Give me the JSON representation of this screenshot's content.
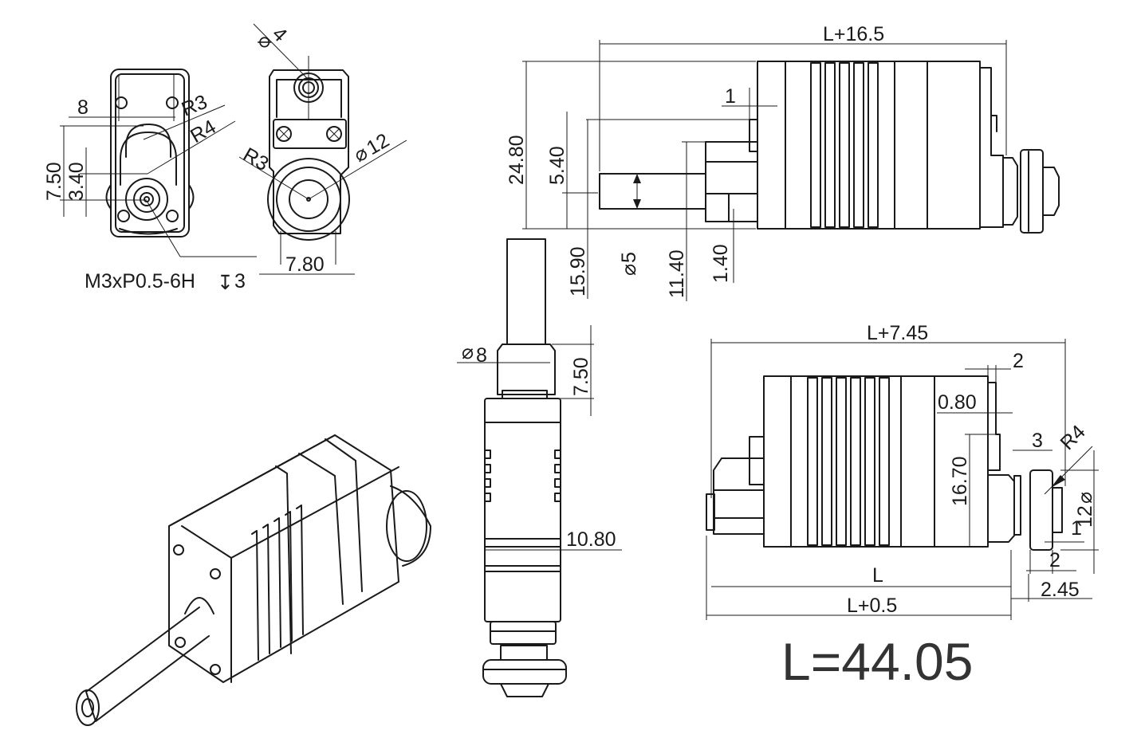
{
  "drawing": {
    "front_view": {
      "dims": {
        "width": "8",
        "r3": "R3",
        "r4": "R4",
        "h750": "7.50",
        "h340": "3.40",
        "thread": "M3xP0.5-6H",
        "thread_depth": "3"
      }
    },
    "end_view": {
      "dims": {
        "dia4": "4",
        "dia12": "12",
        "r3": "R3",
        "w780": "7.80"
      }
    },
    "side_view_top": {
      "dims": {
        "overall": "L+16.5",
        "step1": "1",
        "h2480": "24.80",
        "h540": "5.40",
        "h1590": "15.90",
        "dia5": "5",
        "h1140": "11.40",
        "h140": "1.40"
      }
    },
    "vertical_view": {
      "dims": {
        "dia8": "8",
        "h750": "7.50",
        "w1080": "10.80"
      }
    },
    "side_view_bottom": {
      "dims": {
        "overall": "L+7.45",
        "d2": "2",
        "d080": "0.80",
        "h1670": "16.70",
        "d3": "3",
        "r4": "R4",
        "dia12": "12",
        "d1": "1",
        "d2b": "2",
        "length_l": "L",
        "d245": "2.45",
        "length_l05": "L+0.5"
      }
    },
    "length_value": "L=44.05",
    "symbols": {
      "diameter": "⌀",
      "depth": "↧"
    }
  }
}
